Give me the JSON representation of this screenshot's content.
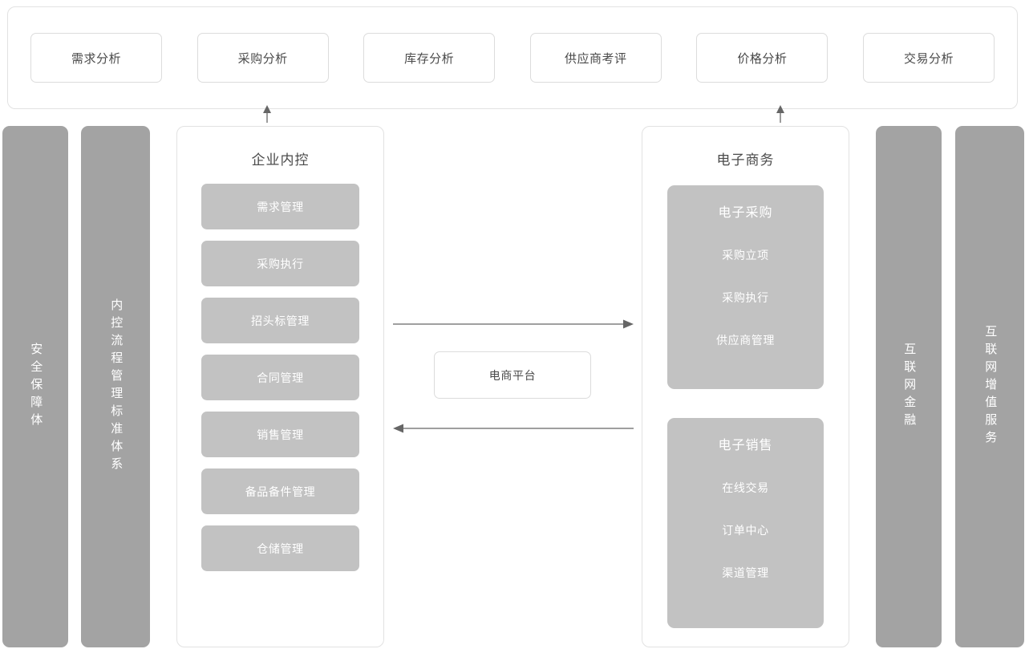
{
  "analytics_band": {
    "name": "analytics-band",
    "cards": [
      {
        "label": "需求分析"
      },
      {
        "label": "采购分析"
      },
      {
        "label": "库存分析"
      },
      {
        "label": "供应商考评"
      },
      {
        "label": "价格分析"
      },
      {
        "label": "交易分析"
      }
    ]
  },
  "pillars": {
    "left": [
      {
        "id": "security",
        "label": "安全保障体"
      },
      {
        "id": "process",
        "label": "内控流程管理标准体系"
      }
    ],
    "right": [
      {
        "id": "finance",
        "label": "互联网金融"
      },
      {
        "id": "vas",
        "label": "互联网增值服务"
      }
    ]
  },
  "internal_control": {
    "title": "企业内控",
    "items": [
      {
        "label": "需求管理"
      },
      {
        "label": "采购执行"
      },
      {
        "label": "招头标管理"
      },
      {
        "label": "合同管理"
      },
      {
        "label": "销售管理"
      },
      {
        "label": "备品备件管理"
      },
      {
        "label": "仓储管理"
      }
    ]
  },
  "ecommerce": {
    "title": "电子商务",
    "groups": [
      {
        "id": "eproc",
        "title": "电子采购",
        "items": [
          {
            "label": "采购立项"
          },
          {
            "label": "采购执行"
          },
          {
            "label": "供应商管理"
          }
        ]
      },
      {
        "id": "esale",
        "title": "电子销售",
        "items": [
          {
            "label": "在线交易"
          },
          {
            "label": "订单中心"
          },
          {
            "label": "渠道管理"
          }
        ]
      }
    ]
  },
  "platform": {
    "label": "电商平台"
  },
  "connectors": {
    "arrow_right_label": "内控到电商流向",
    "arrow_left_label": "电商到内控流向",
    "up_arrow_left_label": "内控到分析流向",
    "up_arrow_right_label": "电商到分析流向"
  },
  "colors": {
    "pillar_gray": "#a3a3a3",
    "chip_gray": "#c2c2c2",
    "card_border": "#dcdcdc",
    "panel_border": "#e2e2e2",
    "text_dark": "#4a4a4a",
    "text_light": "#ffffff",
    "arrow": "#666666"
  }
}
